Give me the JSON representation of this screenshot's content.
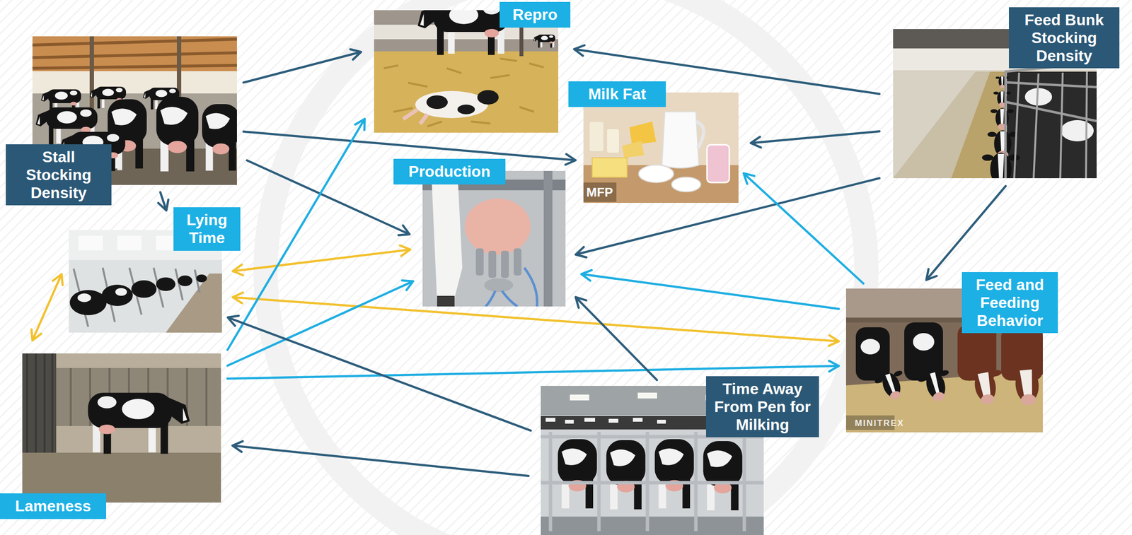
{
  "diagram": {
    "nodes": [
      {
        "text": [
          "Repro"
        ]
      },
      {
        "text": [
          "Feed Bunk Stocking Density"
        ]
      },
      {
        "text": [
          "Stall Stocking Density"
        ]
      },
      {
        "text": [
          "Milk Fat"
        ]
      },
      {
        "text": [
          "Production"
        ]
      },
      {
        "text": [
          "Lying Time"
        ]
      },
      {
        "text": [
          "Feed and Feeding Behavior"
        ]
      },
      {
        "text": [
          "Lameness"
        ]
      },
      {
        "text": [
          "Time Away From Pen for Milking"
        ]
      }
    ],
    "edges": [
      {
        "from": 2,
        "to": 0,
        "arrow": "to"
      },
      {
        "from": 2,
        "to": 3,
        "arrow": "to"
      },
      {
        "from": 2,
        "to": 4,
        "arrow": "to"
      },
      {
        "from": 2,
        "to": 5,
        "arrow": "to"
      },
      {
        "from": 1,
        "to": 0,
        "arrow": "to"
      },
      {
        "from": 1,
        "to": 3,
        "arrow": "to"
      },
      {
        "from": 1,
        "to": 4,
        "arrow": "to"
      },
      {
        "from": 1,
        "to": 6,
        "arrow": "to"
      },
      {
        "from": 5,
        "to": 4,
        "arrow": "both"
      },
      {
        "from": 5,
        "to": 6,
        "arrow": "both"
      },
      {
        "from": 5,
        "to": 7,
        "arrow": "both"
      },
      {
        "from": 7,
        "to": 0,
        "arrow": "to"
      },
      {
        "from": 7,
        "to": 4,
        "arrow": "to"
      },
      {
        "from": 7,
        "to": 6,
        "arrow": "to"
      },
      {
        "from": 6,
        "to": 3,
        "arrow": "to"
      },
      {
        "from": 6,
        "to": 4,
        "arrow": "to"
      },
      {
        "from": 8,
        "to": 4,
        "arrow": "to"
      },
      {
        "from": 8,
        "to": 5,
        "arrow": "to"
      },
      {
        "from": 8,
        "to": 7,
        "arrow": "to"
      }
    ],
    "labels": [
      "MFP",
      "MINITREX"
    ]
  }
}
